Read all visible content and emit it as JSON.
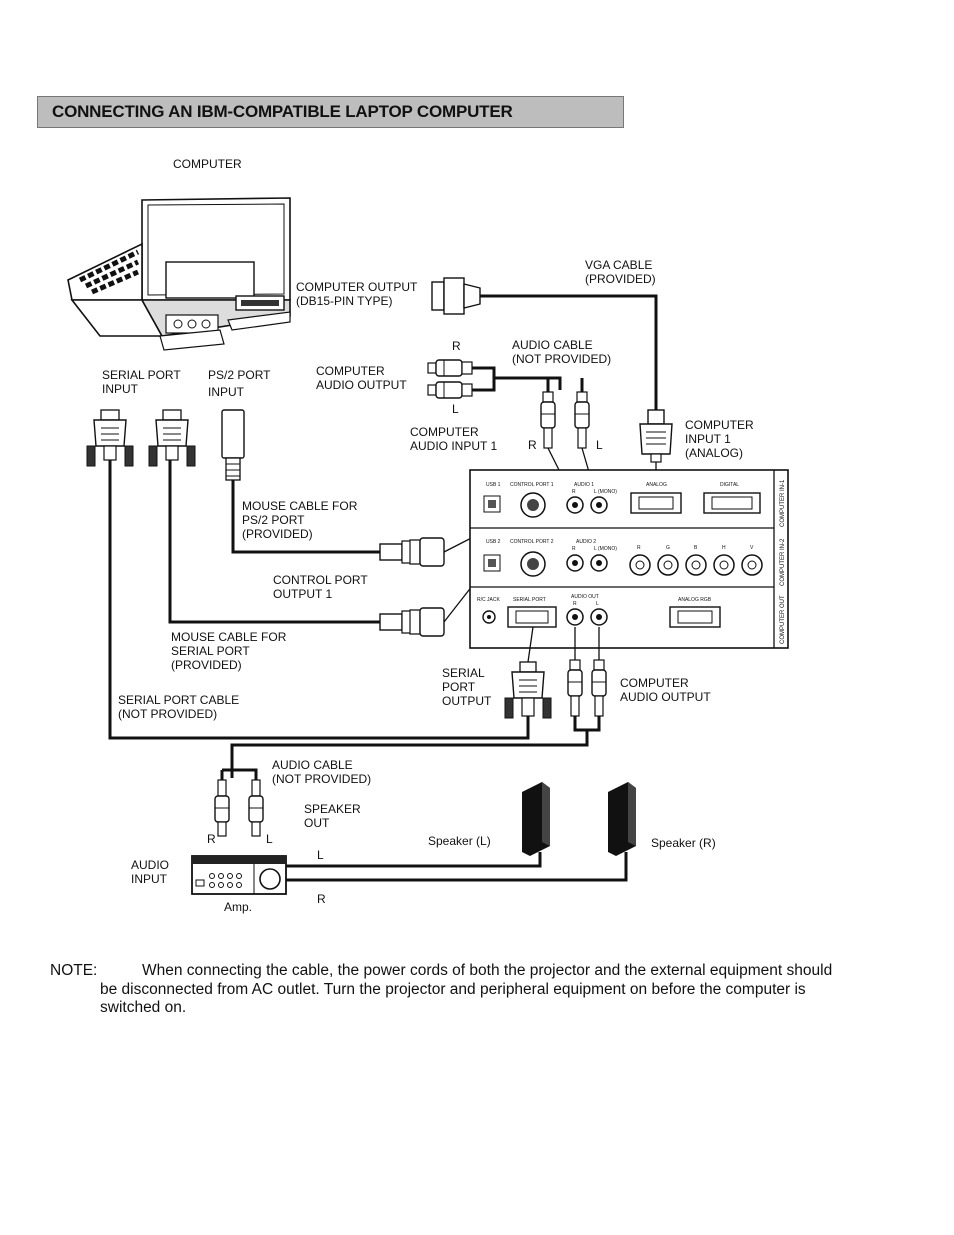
{
  "title": "CONNECTING AN IBM-COMPATIBLE LAPTOP COMPUTER",
  "labels": {
    "computer": "COMPUTER",
    "computer_output_1": "COMPUTER OUTPUT",
    "computer_output_2": "(DB15-PIN TYPE)",
    "vga_cable_1": "VGA CABLE",
    "vga_cable_2": "(PROVIDED)",
    "audio_cable_top_1": "AUDIO CABLE",
    "audio_cable_top_2": "(NOT PROVIDED)",
    "r_top": "R",
    "l_top": "L",
    "computer_audio_output_1": "COMPUTER",
    "computer_audio_output_2": "AUDIO OUTPUT",
    "serial_port_input_1": "SERIAL PORT",
    "serial_port_input_2": "INPUT",
    "ps2_port_input_1": "PS/2 PORT",
    "ps2_port_input_2": "INPUT",
    "computer_audio_input_1": "COMPUTER",
    "computer_audio_input_2": "AUDIO INPUT 1",
    "r_mid": "R",
    "l_mid": "L",
    "computer_input_1": "COMPUTER",
    "computer_input_2": "INPUT 1",
    "computer_input_3": "(ANALOG)",
    "mouse_ps2_1": "MOUSE CABLE FOR",
    "mouse_ps2_2": "PS/2 PORT",
    "mouse_ps2_3": "(PROVIDED)",
    "control_port_output_1": "CONTROL PORT",
    "control_port_output_2": "OUTPUT 1",
    "mouse_serial_1": "MOUSE CABLE FOR",
    "mouse_serial_2": "SERIAL PORT",
    "mouse_serial_3": "(PROVIDED)",
    "serial_port_output_1": "SERIAL",
    "serial_port_output_2": "PORT",
    "serial_port_output_3": "OUTPUT",
    "computer_audio_out_1": "COMPUTER",
    "computer_audio_out_2": "AUDIO OUTPUT",
    "serial_port_cable_1": "SERIAL PORT CABLE",
    "serial_port_cable_2": "(NOT PROVIDED)",
    "audio_cable_bottom_1": "AUDIO CABLE",
    "audio_cable_bottom_2": "(NOT PROVIDED)",
    "speaker_out_1": "SPEAKER",
    "speaker_out_2": "OUT",
    "r_amp": "R",
    "l_amp": "L",
    "audio_input_1": "AUDIO",
    "audio_input_2": "INPUT",
    "amp": "Amp.",
    "speaker_l": "Speaker (L)",
    "speaker_r": "Speaker (R)",
    "wire_l": "L",
    "wire_r": "R"
  },
  "panel": {
    "usb1": "USB 1",
    "control_port_1": "CONTROL PORT 1",
    "audio1": "AUDIO 1",
    "analog": "ANALOG",
    "digital": "DIGITAL",
    "usb2": "USB 2",
    "control_port_2": "CONTROL PORT 2",
    "audio2": "AUDIO 2",
    "mono": "L (MONO)",
    "r": "R",
    "g": "G",
    "b": "B",
    "h": "H",
    "v": "V",
    "rc_jack": "R/C JACK",
    "serial_port": "SERIAL PORT",
    "audio_out": "AUDIO OUT",
    "analog_rgb": "ANALOG RGB",
    "side_in1": "COMPUTER IN-1",
    "side_in2": "COMPUTER IN-2",
    "side_out": "COMPUTER OUT"
  },
  "note": {
    "label": "NOTE:",
    "line1": "When connecting the cable, the power cords of both the projector and the external equipment should",
    "line2": "be disconnected from AC outlet. Turn the projector and peripheral equipment on before the computer is",
    "line3": "switched on."
  }
}
